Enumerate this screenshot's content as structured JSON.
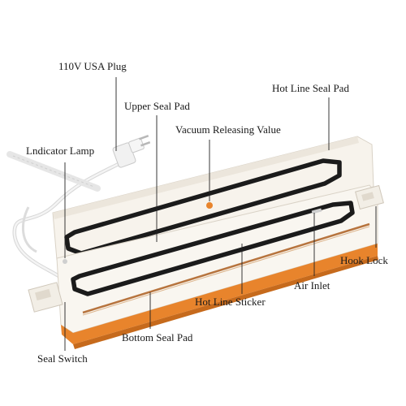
{
  "labels": {
    "plug": "110V USA Plug",
    "hot_line_seal_pad": "Hot Line Seal Pad",
    "upper_seal_pad": "Upper Seal Pad",
    "vacuum_releasing_value": "Vacuum Releasing Value",
    "indicator_lamp": "Lndicator Lamp",
    "hook_lock": "Hook Lock",
    "air_inlet": "Air Inlet",
    "hot_line_sticker": "Hot Line Sticker",
    "bottom_seal_pad": "Bottom Seal Pad",
    "seal_switch": "Seal Switch"
  },
  "colors": {
    "housing": "#f7f3ec",
    "housing_edge": "#d9d2c6",
    "accent_orange": "#e8842c",
    "gasket": "#1b1b1b",
    "hot_line": "#b7743e",
    "cable": "#eeeeee"
  }
}
